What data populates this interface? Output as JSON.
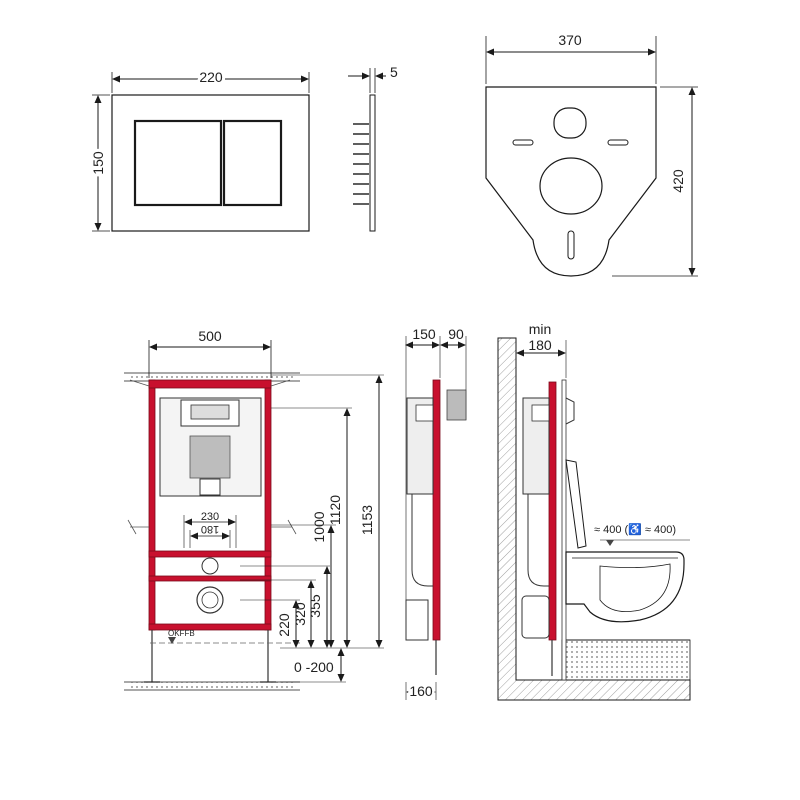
{
  "flush_plate": {
    "width": "220",
    "height": "150",
    "thickness": "5"
  },
  "sound_insulation_plate": {
    "width": "370",
    "height": "420"
  },
  "frame_front": {
    "width": "500",
    "pipe_spacing_outer": "230",
    "pipe_spacing_inner": "180",
    "h_1153": "1153",
    "h_1120": "1120",
    "h_1000": "1000",
    "h_355": "355",
    "h_320": "320",
    "h_220": "220",
    "floor_adjust": "0 -200",
    "floor_mark": "OKFFB"
  },
  "frame_side": {
    "depth_150": "150",
    "depth_90": "90",
    "depth_160": "160"
  },
  "installation": {
    "min_label": "min",
    "min_value": "180",
    "seat_height": "≈ 400 (♿ ≈ 400)"
  },
  "colors": {
    "frame": "#c8102e",
    "line": "#1a1a1a",
    "gray": "#9a9a9a"
  }
}
